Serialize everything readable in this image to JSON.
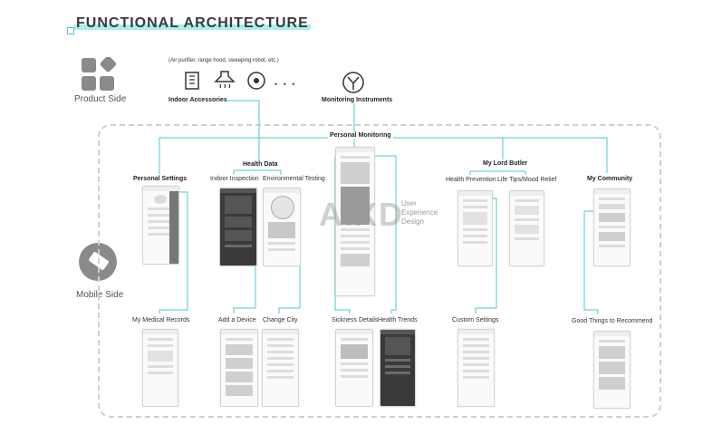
{
  "title": "FUNCTIONAL ARCHITECTURE",
  "product_side": {
    "label": "Product Side",
    "icon": "app-grid-icon"
  },
  "mobile_side": {
    "label": "Mobile Side",
    "icon": "phone-icon"
  },
  "accessories_note": "(Air purifier, range hood, sweeping robot, etc.)",
  "ellipsis": "• • •",
  "indoor_accessories": "Indoor Accessories",
  "monitoring_instruments": "Monitoring Instruments",
  "personal_monitoring": "Personal Monitoring",
  "modules": {
    "personal_settings": "Personal Settings",
    "health_data": "Health Data",
    "indoor_inspection": "Indoor Inspection",
    "environmental_testing": "Environmental Testing",
    "my_lord_butler": "My Lord Butler",
    "health_prevention": "Health Prevention",
    "life_tips": "Life Tips/Mood Relief",
    "my_community": "My Community"
  },
  "bottom": {
    "medical_records": "My Medical Records",
    "add_device": "Add a Device",
    "change_city": "Change City",
    "sickness_details": "Sickness Details",
    "health_trends": "Health Trends",
    "custom_settings": "Custom Settings",
    "good_things": "Good Things to Recommend"
  },
  "watermark": {
    "text": "AIXD",
    "sub1": "User",
    "sub2": "Experience",
    "sub3": "Design"
  },
  "colors": {
    "accent": "#4cc7cf",
    "frame": "#cfcfcf"
  }
}
